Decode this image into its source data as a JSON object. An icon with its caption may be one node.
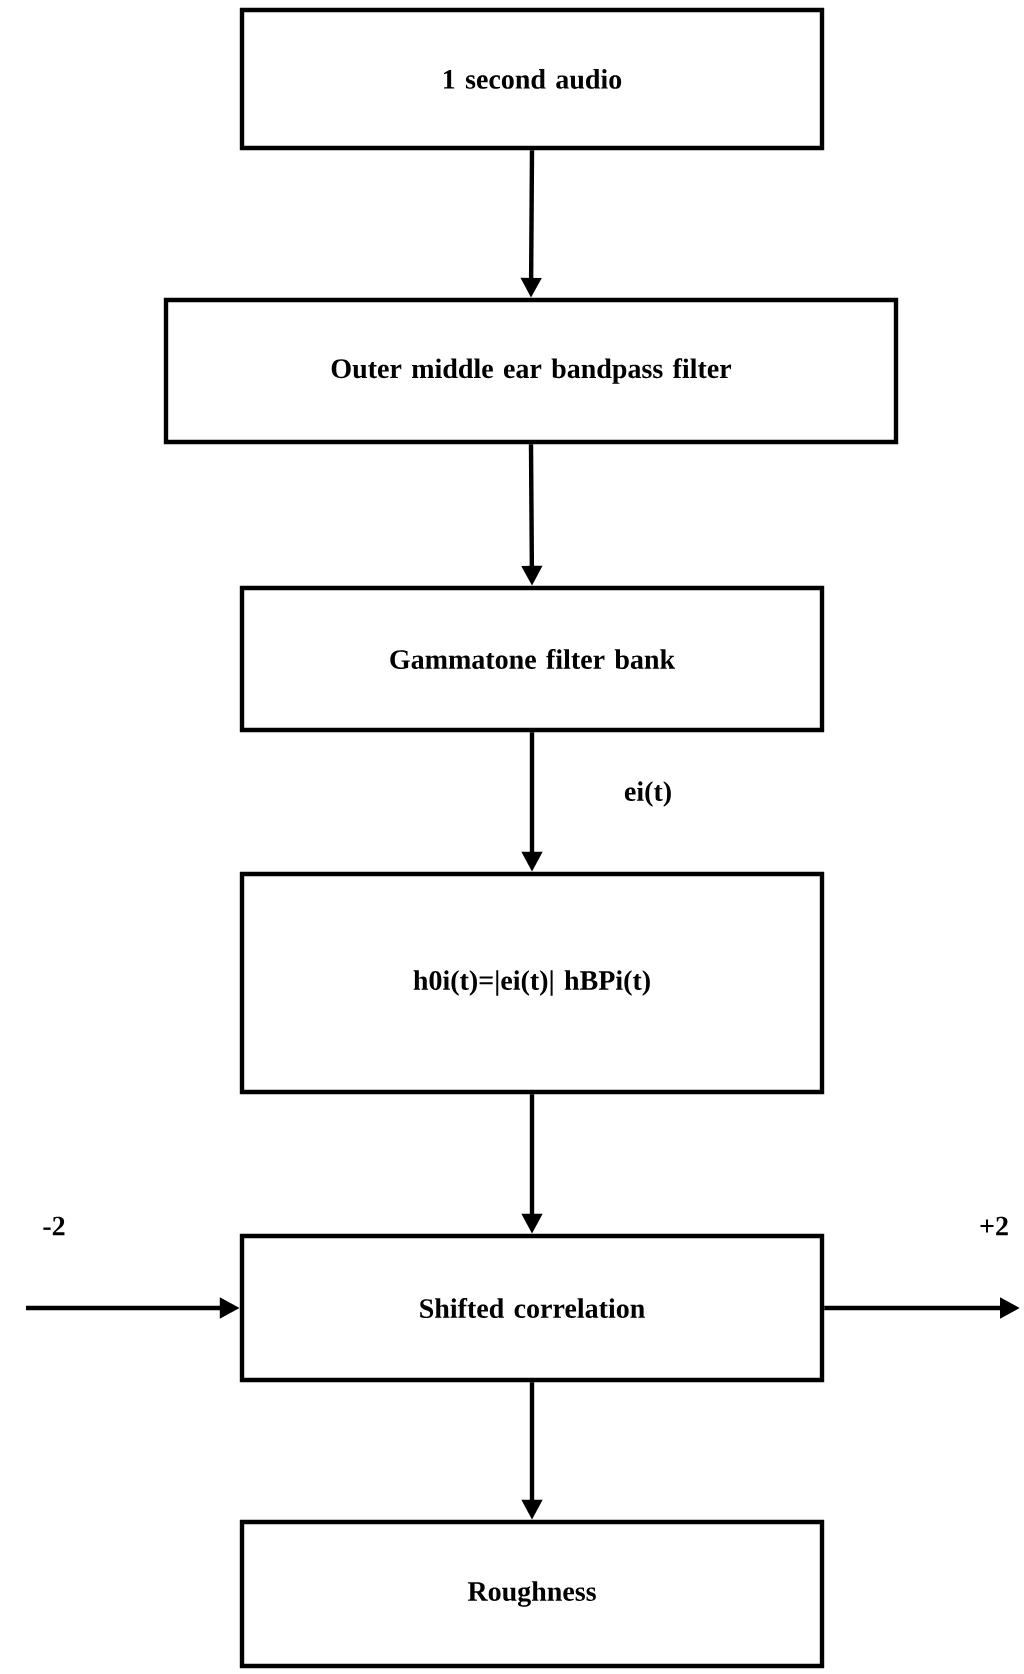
{
  "diagram": {
    "nodes": [
      {
        "text": [
          "1 second audio"
        ]
      },
      {
        "text": [
          "Outer middle ear bandpass filter"
        ]
      },
      {
        "text": [
          "Gammatone filter bank"
        ]
      },
      {
        "text": [
          "h0i(t)=|ei(t)| hBPi(t)"
        ]
      },
      {
        "text": [
          "Shifted correlation"
        ]
      },
      {
        "text": [
          "Roughness"
        ]
      }
    ],
    "edges": [
      {
        "from": 0,
        "to": 1,
        "arrow": "to"
      },
      {
        "from": 1,
        "to": 2,
        "arrow": "to"
      },
      {
        "from": 2,
        "to": 3,
        "arrow": "to",
        "label": "ei(t)"
      },
      {
        "from": 3,
        "to": 4,
        "arrow": "to"
      },
      {
        "from": null,
        "to": 4,
        "arrow": "to",
        "label": "-2"
      },
      {
        "from": 4,
        "to": null,
        "arrow": "to",
        "label": "+2"
      },
      {
        "from": 4,
        "to": 5,
        "arrow": "to"
      }
    ]
  }
}
